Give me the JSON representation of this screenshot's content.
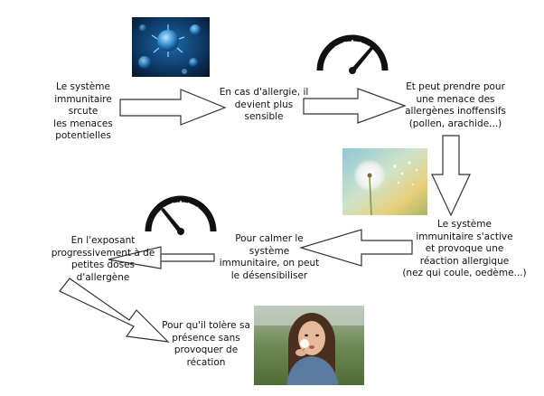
{
  "steps": [
    {
      "lines": [
        "Le système",
        "immunitaire srcute",
        "les menaces",
        "potentielles"
      ]
    },
    {
      "lines": [
        "En cas d'allergie, il",
        "devient plus",
        "sensible"
      ]
    },
    {
      "lines": [
        "Et peut prendre pour",
        "une menace des",
        "allergènes inoffensifs",
        "(pollen, arachide...)"
      ]
    },
    {
      "lines": [
        "Le système",
        "immunitaire s'active",
        "et provoque une",
        "réaction allergique",
        "(nez qui coule, oedème...)"
      ]
    },
    {
      "lines": [
        "Pour calmer le",
        "système",
        "immunitaire, on peut",
        "le désensibiliser"
      ]
    },
    {
      "lines": [
        "En l'exposant",
        "progressivement à de",
        "petites doses",
        "d'allergène"
      ]
    },
    {
      "lines": [
        "Pour qu'il tolère sa",
        "présence sans",
        "provoquer de",
        "récation"
      ]
    }
  ],
  "images": {
    "virus": "virus-photo",
    "dandelion": "dandelion-photo",
    "woman": "woman-blowing-dandelion-photo"
  },
  "gauges": [
    {
      "name": "gauge-high-icon",
      "level": 0.85
    },
    {
      "name": "gauge-low-icon",
      "level": 0.2
    }
  ],
  "colors": {
    "arrow_stroke": "#333333",
    "arrow_fill": "#ffffff",
    "gauge": "#111111"
  }
}
